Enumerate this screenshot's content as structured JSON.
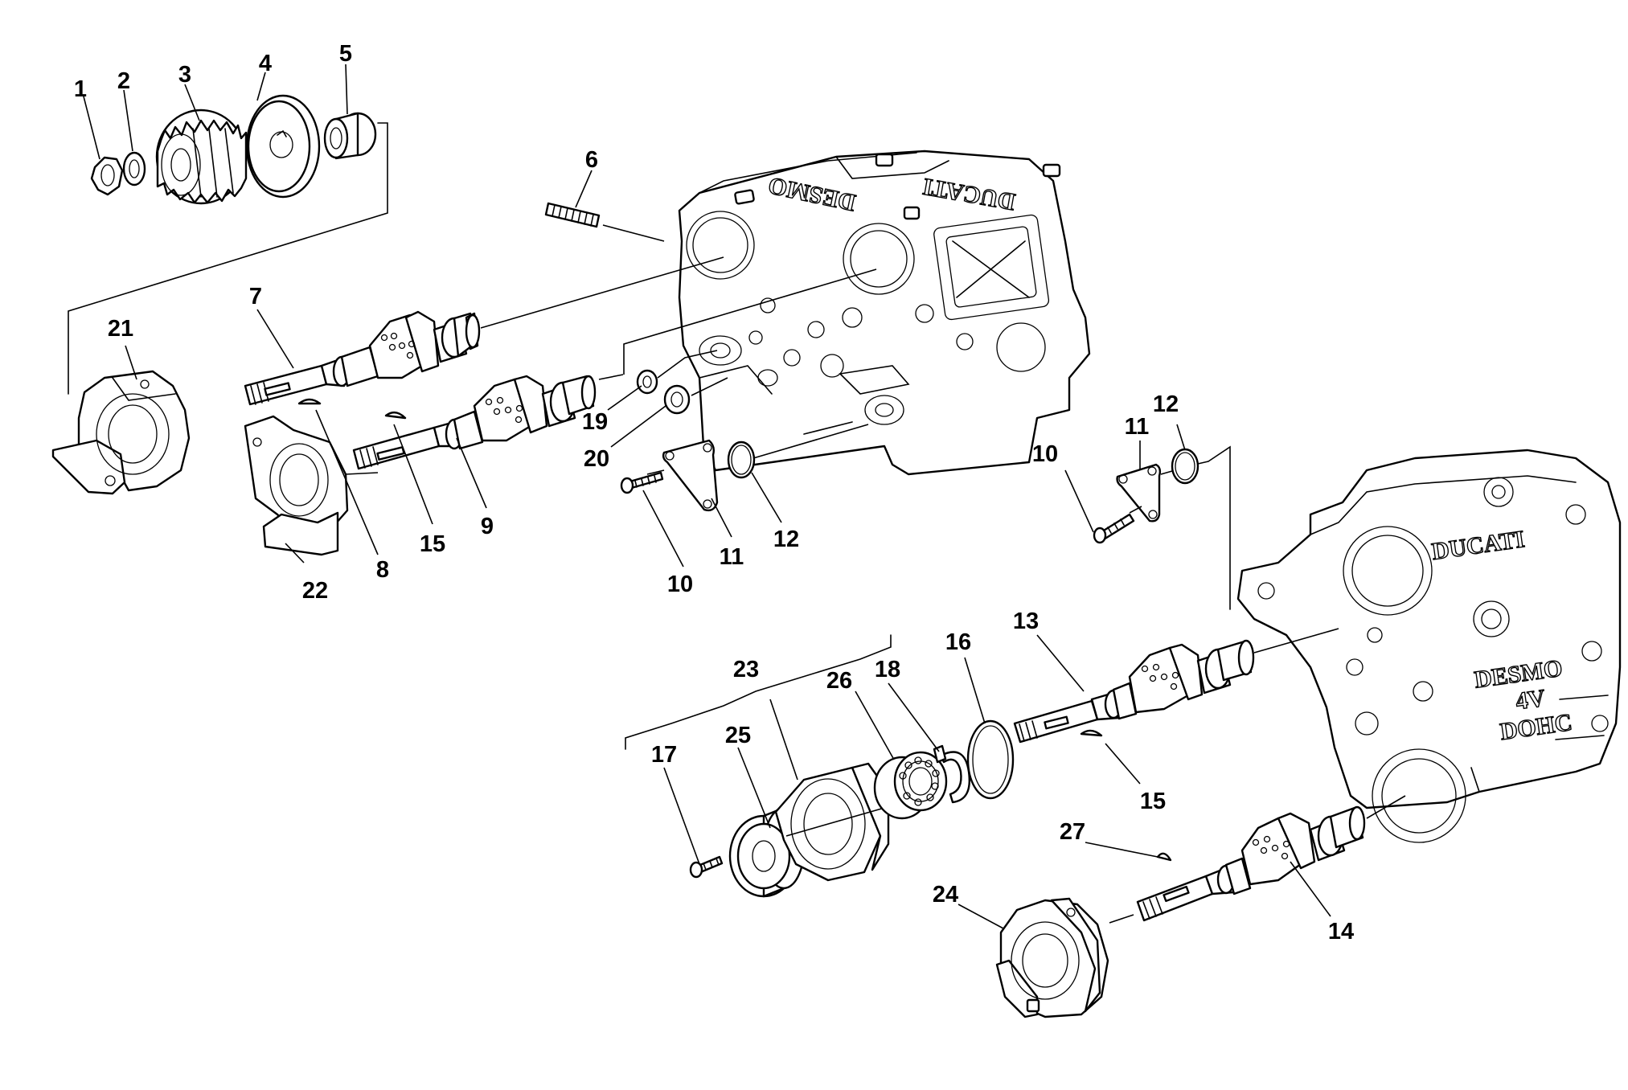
{
  "callouts": [
    {
      "id": "c1",
      "text": "1"
    },
    {
      "id": "c2",
      "text": "2"
    },
    {
      "id": "c3",
      "text": "3"
    },
    {
      "id": "c4",
      "text": "4"
    },
    {
      "id": "c5",
      "text": "5"
    },
    {
      "id": "c6",
      "text": "6"
    },
    {
      "id": "c7",
      "text": "7"
    },
    {
      "id": "c8",
      "text": "8"
    },
    {
      "id": "c9",
      "text": "9"
    },
    {
      "id": "c10a",
      "text": "10"
    },
    {
      "id": "c10b",
      "text": "10"
    },
    {
      "id": "c11a",
      "text": "11"
    },
    {
      "id": "c11b",
      "text": "11"
    },
    {
      "id": "c12a",
      "text": "12"
    },
    {
      "id": "c12b",
      "text": "12"
    },
    {
      "id": "c13",
      "text": "13"
    },
    {
      "id": "c14",
      "text": "14"
    },
    {
      "id": "c15a",
      "text": "15"
    },
    {
      "id": "c15b",
      "text": "15"
    },
    {
      "id": "c16",
      "text": "16"
    },
    {
      "id": "c17",
      "text": "17"
    },
    {
      "id": "c18",
      "text": "18"
    },
    {
      "id": "c19",
      "text": "19"
    },
    {
      "id": "c20",
      "text": "20"
    },
    {
      "id": "c21",
      "text": "21"
    },
    {
      "id": "c22",
      "text": "22"
    },
    {
      "id": "c23",
      "text": "23"
    },
    {
      "id": "c24",
      "text": "24"
    },
    {
      "id": "c25",
      "text": "25"
    },
    {
      "id": "c26",
      "text": "26"
    },
    {
      "id": "c27",
      "text": "27"
    }
  ],
  "embossed": {
    "head_rear_1": "DESMO",
    "head_rear_2": "DUCATI",
    "head_front_1": "DUCATI",
    "head_front_2": "DESMO",
    "head_front_3": "4V",
    "head_front_4": "DOHC"
  }
}
